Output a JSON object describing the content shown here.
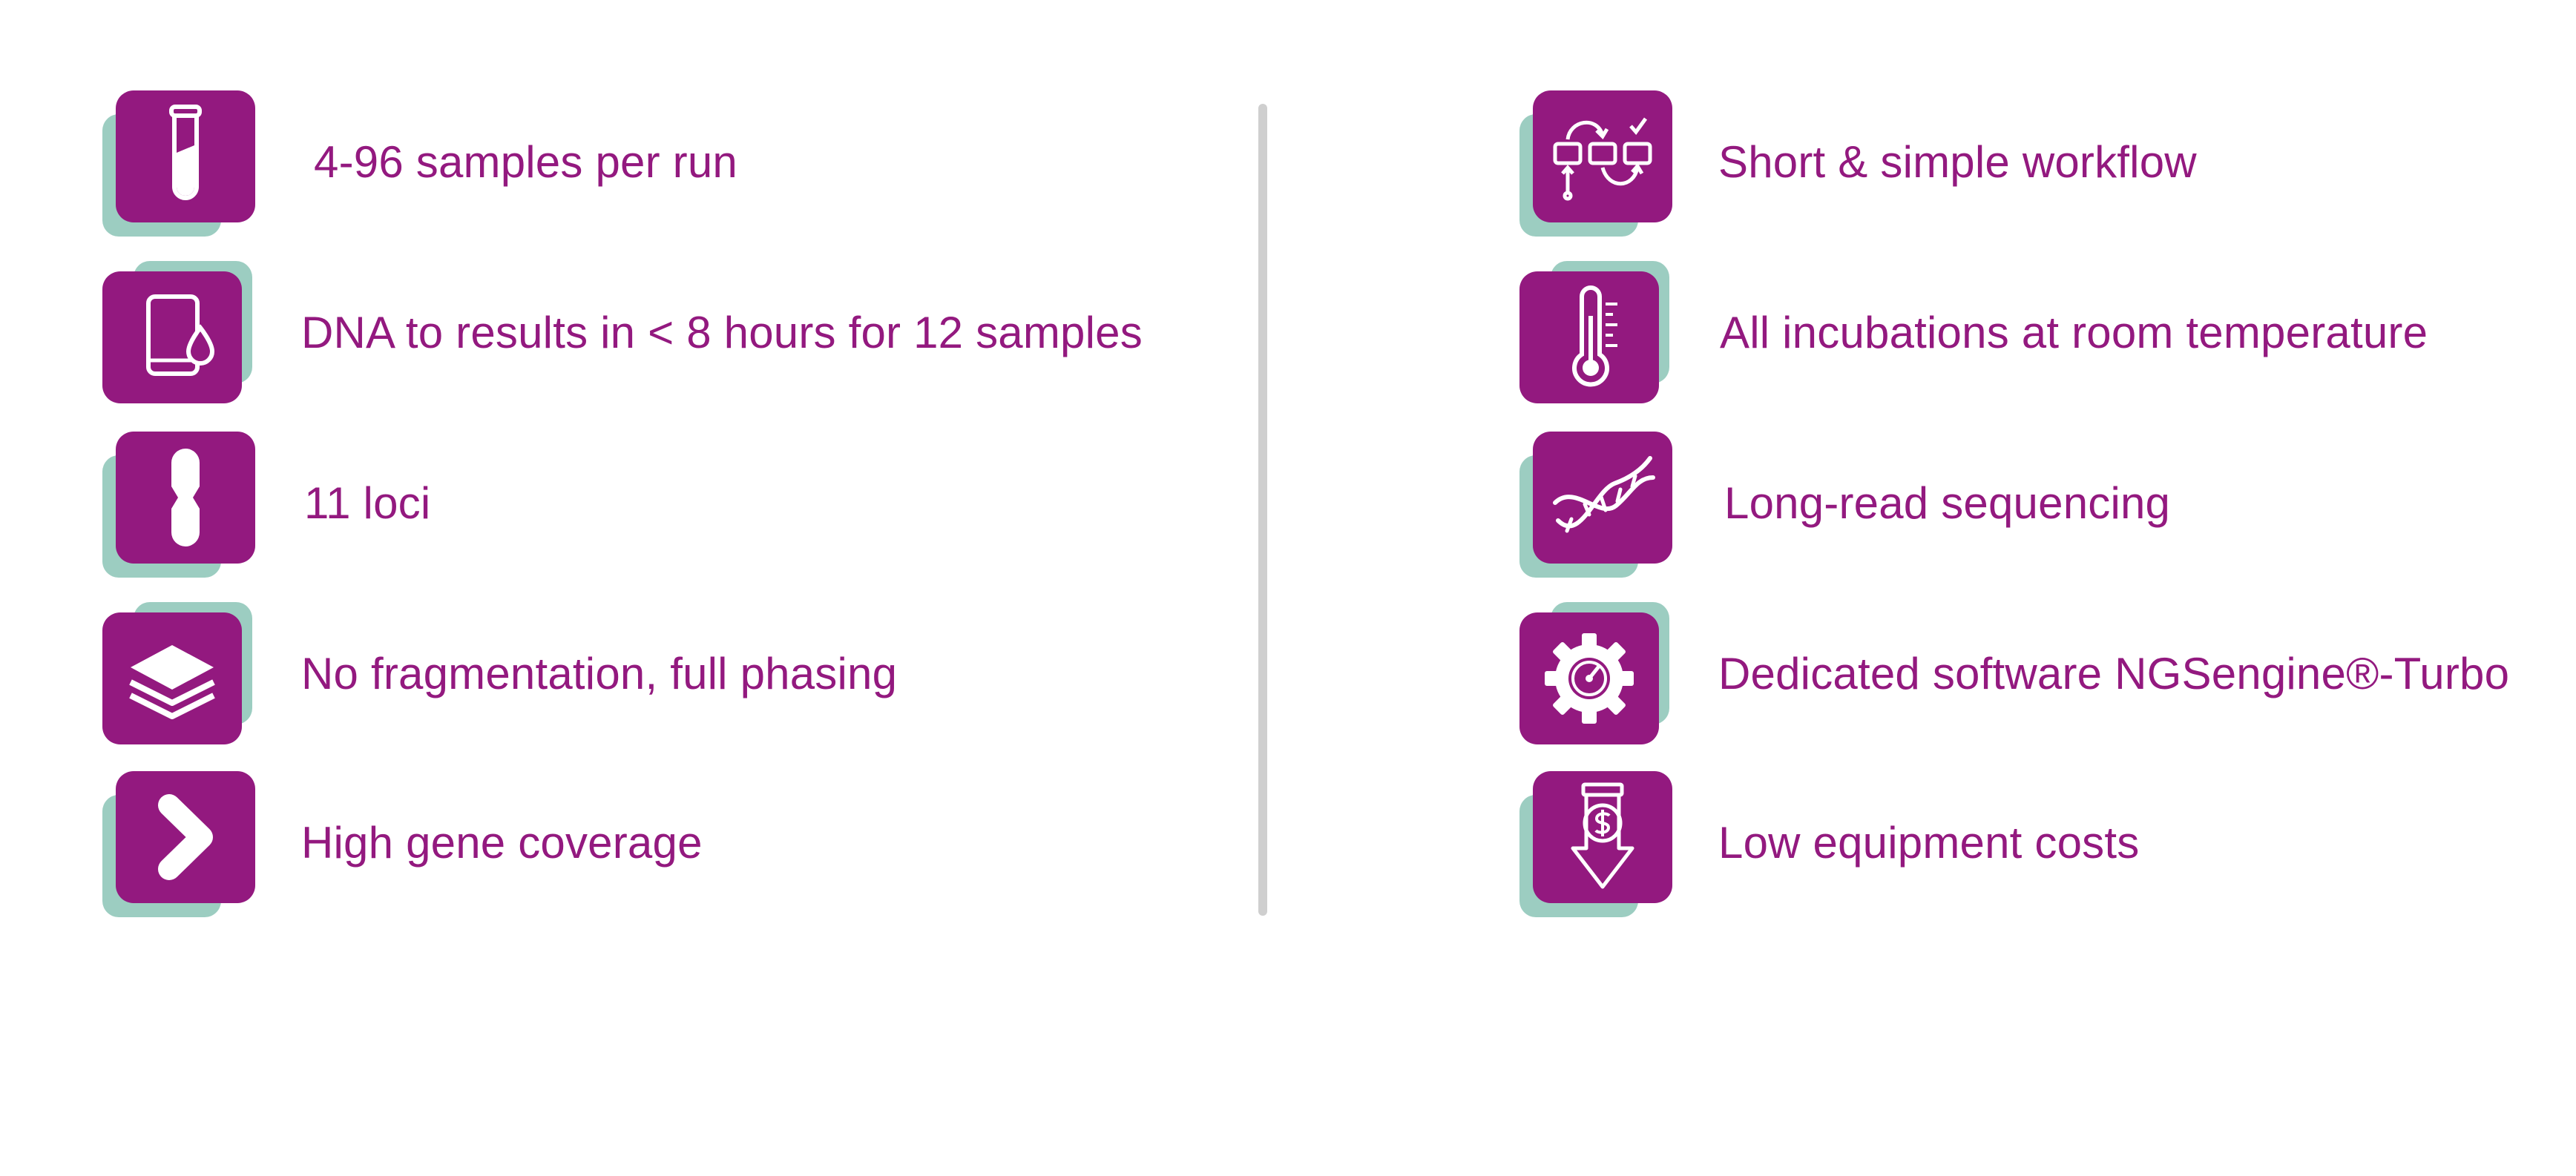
{
  "colors": {
    "brand_purple": "#93197f",
    "accent_mint": "#9ccdc1",
    "divider_gray": "#cfcfcf",
    "background": "#ffffff"
  },
  "left_features": [
    {
      "icon": "test-tube-icon",
      "label": "4-96 samples per run"
    },
    {
      "icon": "dna-sample-tube-icon",
      "label": "DNA to results in < 8 hours for 12 samples"
    },
    {
      "icon": "chromosome-icon",
      "label": "11 loci"
    },
    {
      "icon": "layers-icon",
      "label": "No fragmentation, full phasing"
    },
    {
      "icon": "chevron-right-icon",
      "label": "High gene coverage"
    }
  ],
  "right_features": [
    {
      "icon": "workflow-icon",
      "label": "Short & simple workflow"
    },
    {
      "icon": "thermometer-icon",
      "label": "All incubations at room temperature"
    },
    {
      "icon": "dna-helix-icon",
      "label": "Long-read sequencing"
    },
    {
      "icon": "gear-gauge-icon",
      "label": "Dedicated software NGSengine®-Turbo"
    },
    {
      "icon": "cost-down-arrow-icon",
      "label": "Low equipment costs"
    }
  ]
}
